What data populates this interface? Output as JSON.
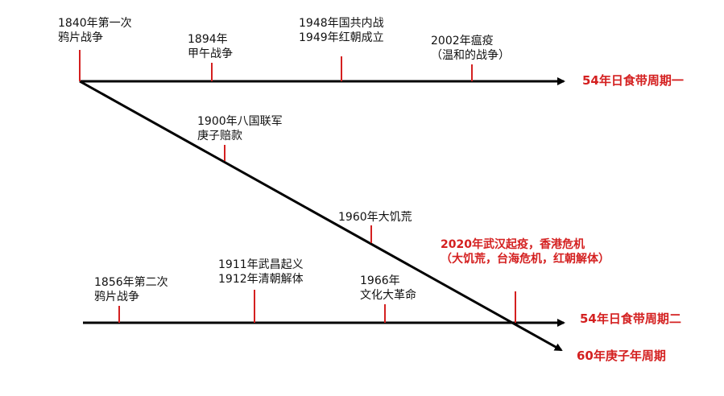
{
  "colors": {
    "axis": "#000000",
    "tick": "#d42020",
    "highlight": "#d42020",
    "text": "#111111"
  },
  "cycles": {
    "cycle1": "54年日食带周期一",
    "cycle2": "54年日食带周期二",
    "cycle60": "60年庚子年周期"
  },
  "events": {
    "e1840": [
      "1840年第一次",
      "鸦片战争"
    ],
    "e1894": [
      "1894年",
      "甲午战争"
    ],
    "e1948": [
      "1948年国共内战",
      "1949年红朝成立"
    ],
    "e2002": [
      "2002年瘟疫",
      "（温和的战争）"
    ],
    "e1900": [
      "1900年八国联军",
      "庚子赔款"
    ],
    "e1960": [
      "1960年大饥荒"
    ],
    "e2020": [
      "2020年武汉起疫，香港危机",
      "（大饥荒，台海危机，红朝解体）"
    ],
    "e1856": [
      "1856年第二次",
      "鸦片战争"
    ],
    "e1911": [
      "1911年武昌起义",
      "1912年清朝解体"
    ],
    "e1966": [
      "1966年",
      "文化大革命"
    ]
  }
}
